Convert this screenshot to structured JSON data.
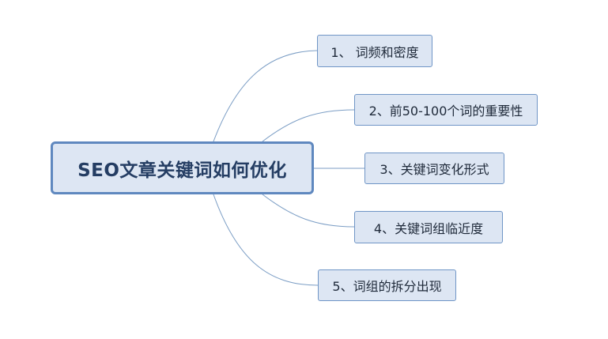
{
  "diagram": {
    "type": "mind-map",
    "root": {
      "label": "SEO文章关键词如何优化"
    },
    "branches": [
      {
        "label": "1、 词频和密度"
      },
      {
        "label": "2、前50-100个词的重要性"
      },
      {
        "label": "3、关键词变化形式"
      },
      {
        "label": "4、关键词组临近度"
      },
      {
        "label": "5、词组的拆分出现"
      }
    ]
  },
  "colors": {
    "node_fill": "#dde6f3",
    "node_border": "#6f95c6",
    "root_border": "#5f88bf",
    "connector": "#7c9ec5",
    "root_text": "#243d63"
  }
}
